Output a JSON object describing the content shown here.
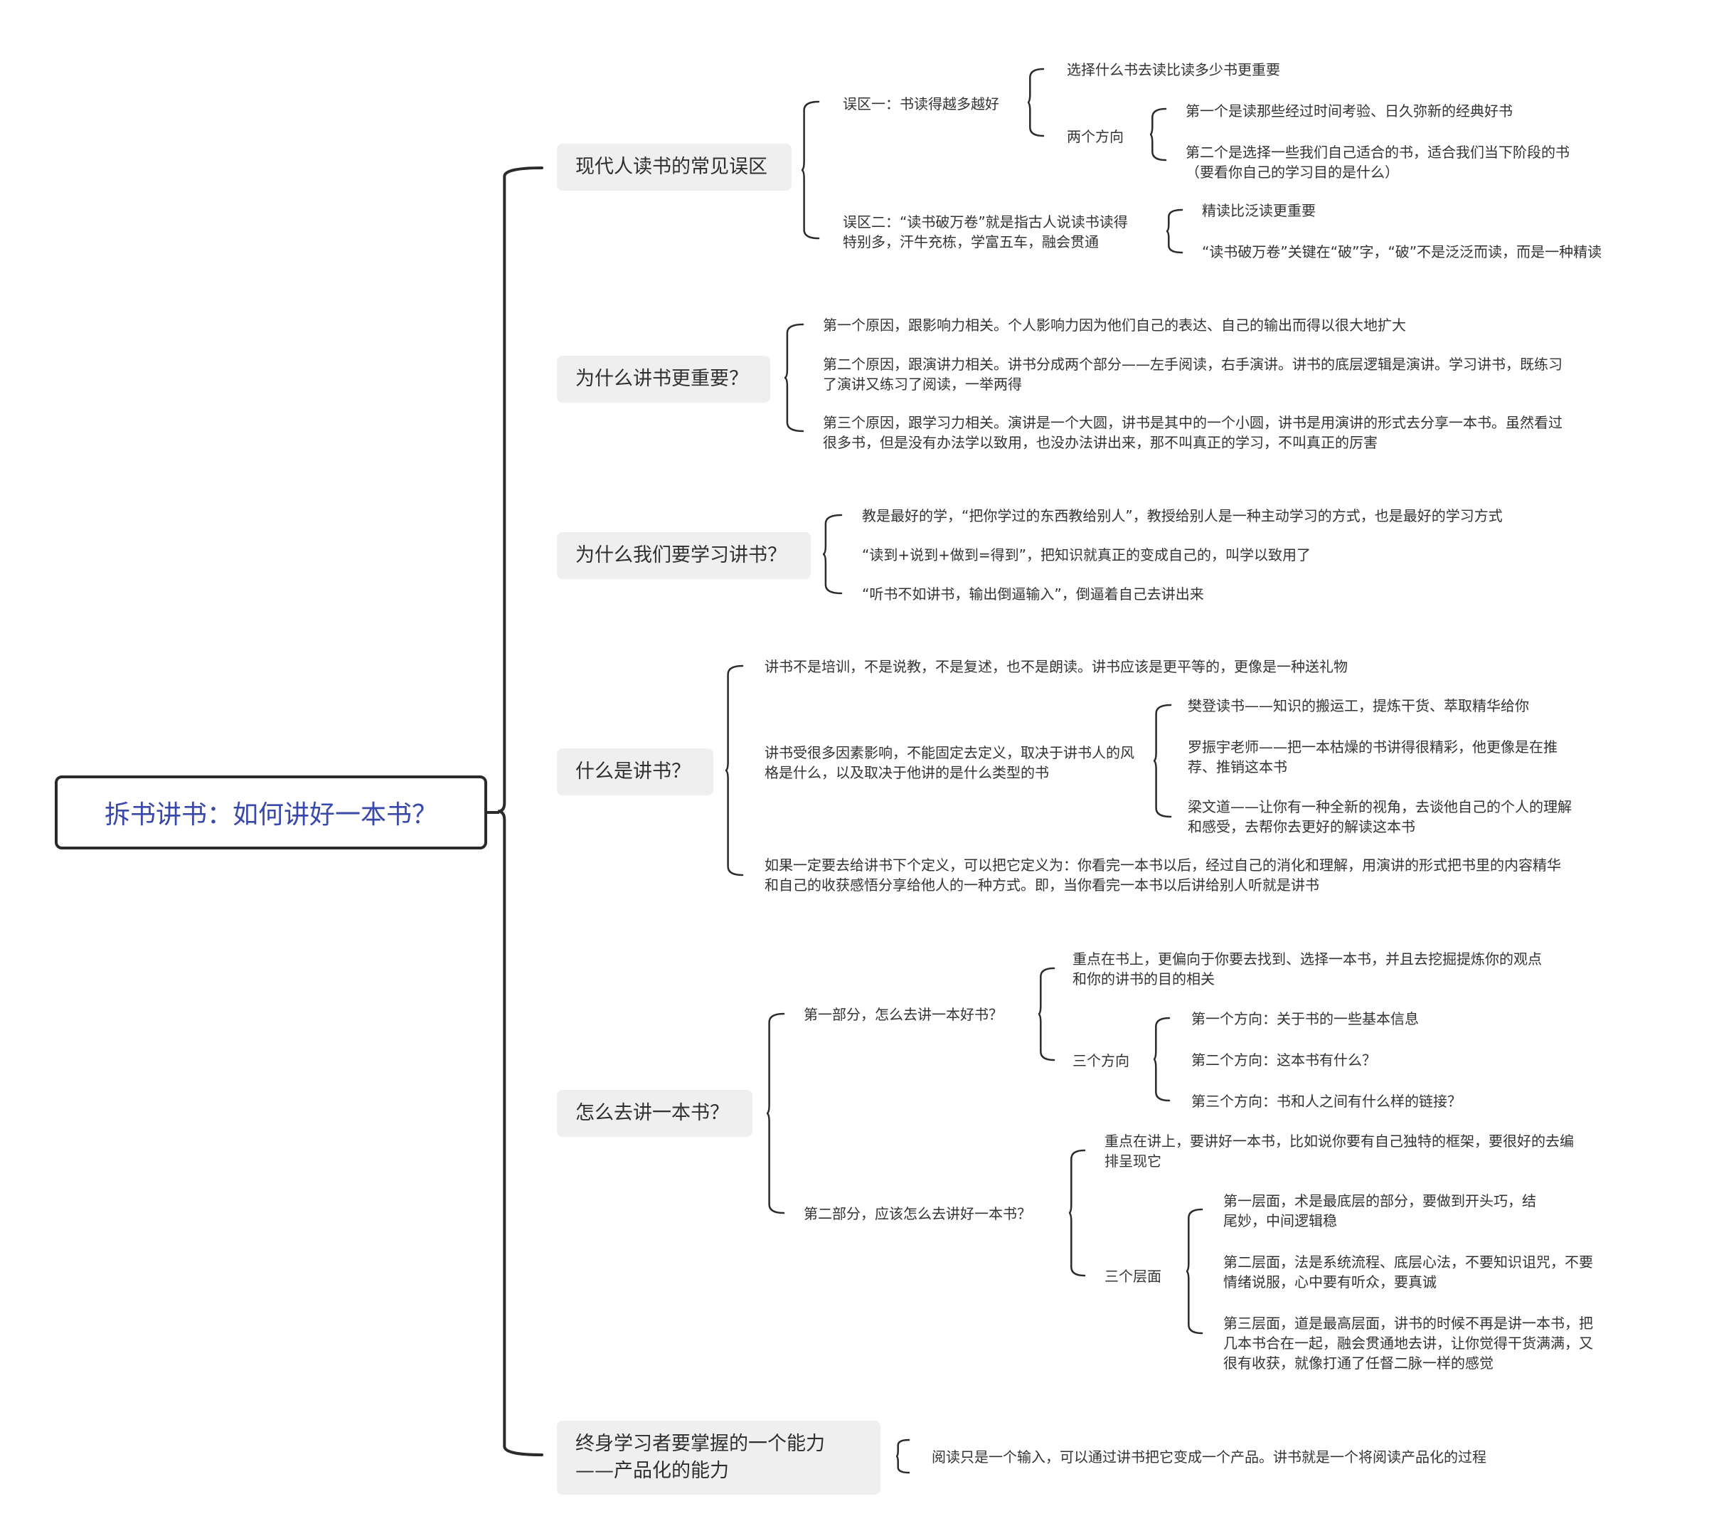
{
  "root": {
    "title": "拆书讲书：如何讲好一本书？"
  },
  "topics": [
    {
      "label": "现代人读书的常见误区",
      "children": [
        {
          "label": "误区一：书读得越多越好",
          "children": [
            {
              "label": "选择什么书去读比读多少书更重要"
            },
            {
              "label": "两个方向",
              "children": [
                {
                  "label": "第一个是读那些经过时间考验、日久弥新的经典好书"
                },
                {
                  "label": "第二个是选择一些我们自己适合的书，适合我们当下阶段的书（要看你自己的学习目的是什么）"
                }
              ]
            }
          ]
        },
        {
          "label": "误区二：“读书破万卷”就是指古人说读书读得特别多，汗牛充栋，学富五车，融会贯通",
          "children": [
            {
              "label": "精读比泛读更重要"
            },
            {
              "label": "“读书破万卷”关键在“破”字，“破”不是泛泛而读，而是一种精读"
            }
          ]
        }
      ]
    },
    {
      "label": "为什么讲书更重要？",
      "children": [
        {
          "label": "第一个原因，跟影响力相关。个人影响力因为他们自己的表达、自己的输出而得以很大地扩大"
        },
        {
          "label": "第二个原因，跟演讲力相关。讲书分成两个部分——左手阅读，右手演讲。讲书的底层逻辑是演讲。学习讲书，既练习了演讲又练习了阅读，一举两得"
        },
        {
          "label": "第三个原因，跟学习力相关。演讲是一个大圆，讲书是其中的一个小圆，讲书是用演讲的形式去分享一本书。虽然看过很多书，但是没有办法学以致用，也没办法讲出来，那不叫真正的学习，不叫真正的厉害"
        }
      ]
    },
    {
      "label": "为什么我们要学习讲书？",
      "children": [
        {
          "label": "教是最好的学，“把你学过的东西教给别人”，教授给别人是一种主动学习的方式，也是最好的学习方式"
        },
        {
          "label": "“读到+说到+做到=得到”，把知识就真正的变成自己的，叫学以致用了"
        },
        {
          "label": "“听书不如讲书，输出倒逼输入”，倒逼着自己去讲出来"
        }
      ]
    },
    {
      "label": "什么是讲书？",
      "children": [
        {
          "label": "讲书不是培训，不是说教，不是复述，也不是朗读。讲书应该是更平等的，更像是一种送礼物"
        },
        {
          "label": "讲书受很多因素影响，不能固定去定义，取决于讲书人的风格是什么，以及取决于他讲的是什么类型的书",
          "children": [
            {
              "label": "樊登读书——知识的搬运工，提炼干货、萃取精华给你"
            },
            {
              "label": "罗振宇老师——把一本枯燥的书讲得很精彩，他更像是在推荐、推销这本书"
            },
            {
              "label": "梁文道——让你有一种全新的视角，去谈他自己的个人的理解和感受，去帮你去更好的解读这本书"
            }
          ]
        },
        {
          "label": "如果一定要去给讲书下个定义，可以把它定义为：你看完一本书以后，经过自己的消化和理解，用演讲的形式把书里的内容精华和自己的收获感悟分享给他人的一种方式。即，当你看完一本书以后讲给别人听就是讲书"
        }
      ]
    },
    {
      "label": "怎么去讲一本书？",
      "children": [
        {
          "label": "第一部分，怎么去讲一本好书？",
          "children": [
            {
              "label": "重点在书上，更偏向于你要去找到、选择一本书，并且去挖掘提炼你的观点和你的讲书的目的相关"
            },
            {
              "label": "三个方向",
              "children": [
                {
                  "label": "第一个方向：关于书的一些基本信息"
                },
                {
                  "label": "第二个方向：这本书有什么？"
                },
                {
                  "label": "第三个方向：书和人之间有什么样的链接？"
                }
              ]
            }
          ]
        },
        {
          "label": "第二部分，应该怎么去讲好一本书？",
          "children": [
            {
              "label": "重点在讲上，要讲好一本书，比如说你要有自己独特的框架，要很好的去编排呈现它"
            },
            {
              "label": "三个层面",
              "children": [
                {
                  "label": "第一层面，术是最底层的部分，要做到开头巧，结尾妙，中间逻辑稳"
                },
                {
                  "label": "第二层面，法是系统流程、底层心法，不要知识诅咒，不要情绪说服，心中要有听众，要真诚"
                },
                {
                  "label": "第三层面，道是最高层面，讲书的时候不再是讲一本书，把几本书合在一起，融会贯通地去讲，让你觉得干货满满，又很有收获，就像打通了任督二脉一样的感觉"
                }
              ]
            }
          ]
        }
      ]
    },
    {
      "label": "终身学习者要掌握的一个能力——产品化的能力",
      "children": [
        {
          "label": "阅读只是一个输入，可以通过讲书把它变成一个产品。讲书就是一个将阅读产品化的过程"
        }
      ]
    }
  ]
}
